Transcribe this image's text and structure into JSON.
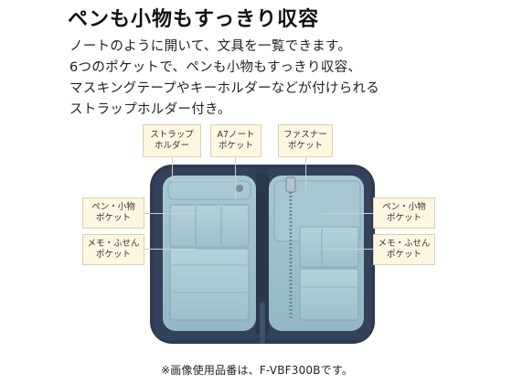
{
  "headline": "ペンも小物もすっきり収容",
  "description": [
    "ノートのように開いて、文具を一覧できます。",
    "6つのポケットで、ペンも小物もすっきり収容、",
    "マスキングテープやキーホルダーなどが付けられる",
    "ストラップホルダー付き。"
  ],
  "callouts": {
    "strap_holder": "ストラップ\nホルダー",
    "a7_notebook_pocket": "A7ノート\nポケット",
    "zipper_pocket": "ファスナー\nポケット",
    "pen_pocket_left": "ペン・小物\nポケット",
    "memo_pocket_left": "メモ・ふせん\nポケット",
    "pen_pocket_right": "ペン・小物\nポケット",
    "memo_pocket_right": "メモ・ふせん\nポケット"
  },
  "footnote": "※画像使用品番は、F-VBF300Bです。",
  "colors": {
    "callout_fill": "#fdf6e1",
    "case_outer": "#2d3b52",
    "case_lining": "#9fc2cf"
  }
}
